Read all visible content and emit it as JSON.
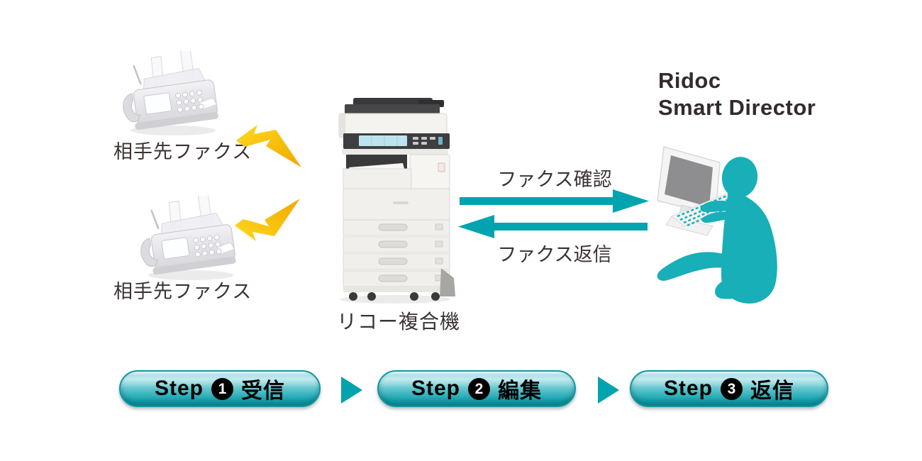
{
  "left_group": {
    "fax_top": {
      "label": "相手先ファクス"
    },
    "fax_bottom": {
      "label": "相手先ファクス"
    }
  },
  "center_group": {
    "printer_label": "リコー複合機"
  },
  "right_group": {
    "title_line1": "Ridoc",
    "title_line2": "Smart Director"
  },
  "flows": {
    "to_pc_label": "ファクス確認",
    "to_printer_label": "ファクス返信"
  },
  "steps": [
    {
      "prefix": "Step",
      "number": "1",
      "action": "受信"
    },
    {
      "prefix": "Step",
      "number": "2",
      "action": "編集"
    },
    {
      "prefix": "Step",
      "number": "3",
      "action": "返信"
    }
  ],
  "colors": {
    "teal_arrow": "#00A3AE",
    "person_teal": "#18AFB8",
    "lightning_yellow": "#FFD91E",
    "lightning_gold": "#F0A800",
    "text_dark": "#3B3232",
    "step_pill_edge": "#0E98A4"
  }
}
